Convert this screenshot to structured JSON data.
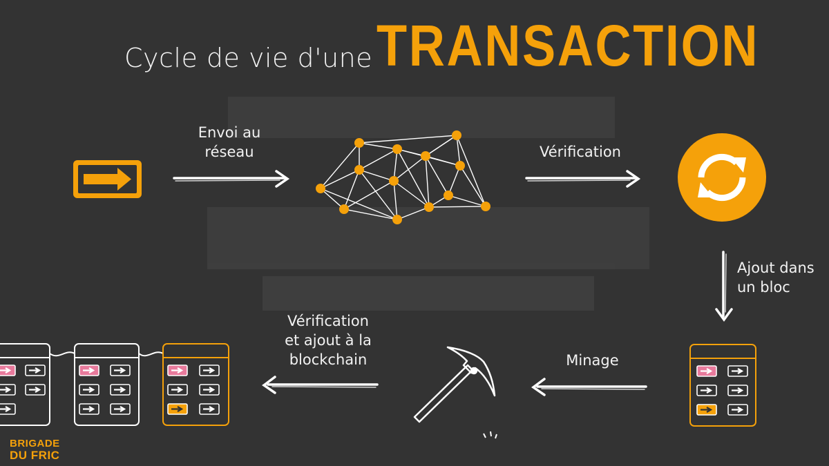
{
  "title": {
    "prefix": "Cycle de vie d'une",
    "main": "TRANSACTION"
  },
  "steps": [
    {
      "label_line1": "Envoi au",
      "label_line2": "réseau"
    },
    {
      "label_line1": "Vérification"
    },
    {
      "label_line1": "Ajout dans",
      "label_line2": "un bloc"
    },
    {
      "label_line1": "Minage"
    },
    {
      "label_line1": "Vérification",
      "label_line2": "et ajout à la",
      "label_line3": "blockchain"
    }
  ],
  "brand": {
    "line1": "BRIGADE",
    "line2": "DU FRIC"
  },
  "colors": {
    "background": "#333333",
    "accent": "#f5a10a",
    "pending": "#e87a9c",
    "line": "#ffffff"
  },
  "icons": {
    "transaction": "arrow-sign-icon",
    "network": "network-icon",
    "verification": "sync-icon",
    "mining": "pickaxe-icon",
    "blockchain": "blockchain-icon"
  }
}
